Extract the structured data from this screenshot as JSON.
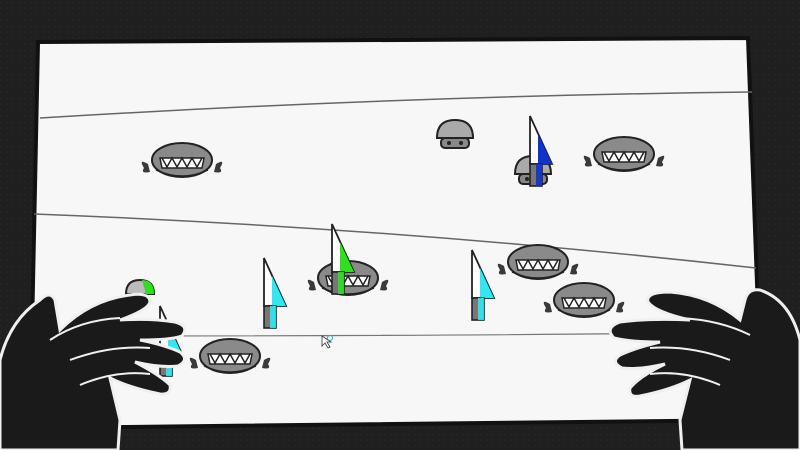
{
  "scene": {
    "description_free": true,
    "colors": {
      "background": "#1c1c1c",
      "paper": "#f7f7f7",
      "paper_outline": "#111111",
      "lane_line": "#555555",
      "creature_shell": "#8a8a8a",
      "creature_dark": "#3a3a3a",
      "glove": "#1a1a1a",
      "glove_highlight": "#f0f0f0",
      "accent_green": "#33dd22",
      "accent_blue": "#1133cc",
      "accent_cyan": "#33e6f0"
    },
    "icons": {
      "cursor": "magnifier-cursor-icon",
      "enemy": "shell-creature-icon",
      "unit": "knife-blade-icon",
      "hands": "gloved-hand-icon"
    }
  },
  "enemies": [
    {
      "kind": "shell-creature",
      "state": "walking"
    },
    {
      "kind": "shell-creature",
      "state": "walking"
    },
    {
      "kind": "shell-creature",
      "state": "walking"
    },
    {
      "kind": "shell-creature",
      "state": "walking"
    },
    {
      "kind": "shell-creature",
      "state": "walking"
    },
    {
      "kind": "shell-creature",
      "state": "walking"
    },
    {
      "kind": "mushroom-creature",
      "state": "idle"
    },
    {
      "kind": "mushroom-creature",
      "state": "idle"
    },
    {
      "kind": "slug-creature",
      "state": "idle"
    }
  ],
  "units": [
    {
      "kind": "knife",
      "accent": "blue"
    },
    {
      "kind": "knife",
      "accent": "green"
    },
    {
      "kind": "knife",
      "accent": "cyan"
    },
    {
      "kind": "knife",
      "accent": "cyan"
    },
    {
      "kind": "knife",
      "accent": "cyan"
    }
  ]
}
